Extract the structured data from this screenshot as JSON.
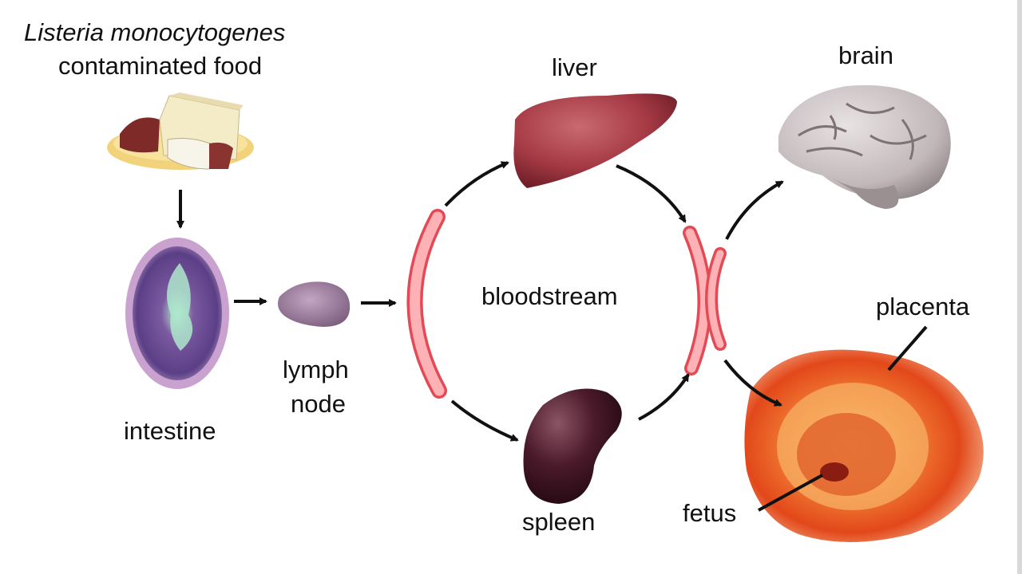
{
  "labels": {
    "food_line1": "Listeria monocytogenes",
    "food_line2": "contaminated food",
    "intestine": "intestine",
    "lymph_line1": "lymph",
    "lymph_line2": "node",
    "bloodstream": "bloodstream",
    "liver": "liver",
    "spleen": "spleen",
    "brain": "brain",
    "placenta": "placenta",
    "fetus": "fetus"
  },
  "colors": {
    "vessel_wall": "#ff8d92",
    "vessel_stroke": "#e34a56",
    "liver": "#a53a44",
    "spleen": "#3d1220",
    "brain": "#c9c3c4",
    "placenta": "#e8501a",
    "intestine": "#8a5aa6",
    "arrow": "#111111"
  }
}
